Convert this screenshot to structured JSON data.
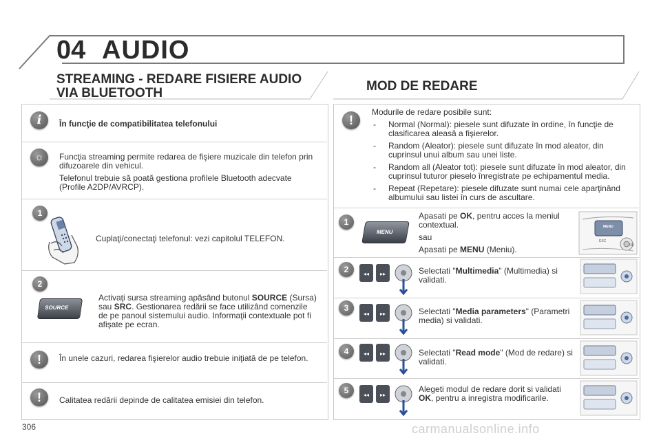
{
  "header": {
    "chapter_number": "04",
    "chapter_title": "AUDIO"
  },
  "left": {
    "title_line1": "STREAMING - REDARE FISIERE AUDIO",
    "title_line2": "VIA BLUETOOTH",
    "info_heading": "În funcţie de compatibilitatea telefonului",
    "streaming_p1": "Funcţia streaming permite redarea de fişiere muzicale din telefon prin difuzoarele din vehicul.",
    "streaming_p2": "Telefonul trebuie să poată gestiona profilele Bluetooth adecvate (Profile A2DP/AVRCP).",
    "step1_text": "Cuplaţi/conectaţi telefonul: vezi capitolul TELEFON.",
    "step2_t1": "Activaţi sursa streaming apăsând butonul ",
    "step2_b1": "SOURCE",
    "step2_t2": " (Sursa) sau ",
    "step2_b2": "SRC",
    "step2_t3": ". Gestionarea redării se face utilizând comenzile de pe panoul sistemului audio. Informaţii contextuale pot fi afişate pe ecran.",
    "source_button_label": "SOURCE",
    "warn1_text": "În unele cazuri, redarea fişierelor audio trebuie iniţiată de pe telefon.",
    "warn2_text": "Calitatea redării depinde de calitatea emisiei din telefon."
  },
  "right": {
    "title": "MOD DE REDARE",
    "intro": "Modurile de redare posibile sunt:",
    "modes": [
      "Normal (Normal): piesele sunt difuzate în ordine, în funcţie de clasificarea aleasă a fişierelor.",
      "Random (Aleator): piesele sunt difuzate în mod aleator, din cuprinsul unui album sau unei liste.",
      "Random all (Aleator tot): piesele sunt difuzate în mod aleator, din cuprinsul tuturor pieselo înregistrate pe echipamentul media.",
      "Repeat (Repetare): piesele difuzate sunt numai cele aparţinând albumului sau listei în curs de ascultare."
    ],
    "dash": "-",
    "menu_button_label": "MENU",
    "esc_label": "ESC",
    "ok_label": "OK",
    "step1_t1": "Apasati pe ",
    "step1_b1": "OK",
    "step1_t2": ", pentru acces la meniul contextual.",
    "step1_or": "sau",
    "step1_t3": "Apasati pe ",
    "step1_b2": "MENU",
    "step1_t4": " (Meniu).",
    "step2_t1": "Selectati \"",
    "step2_b": "Multimedia",
    "step2_t2": "\" (Multimedia) si validati.",
    "step3_t1": "Selectati \"",
    "step3_b": "Media parameters",
    "step3_t2": "\" (Parametri media) si validati.",
    "step4_t1": "Selectati \"",
    "step4_b": "Read mode",
    "step4_t2": "\" (Mod de redare) si validati.",
    "step5_t1": "Alegeti modul de redare dorit si validati ",
    "step5_b": "OK",
    "step5_t2": ", pentru a inregistra modificarile."
  },
  "badges": {
    "n1": "1",
    "n2": "2",
    "n3": "3",
    "n4": "4",
    "n5": "5"
  },
  "icons": {
    "exclaim": "!",
    "info": "i",
    "sun": "☼"
  },
  "footer": {
    "page_number": "306",
    "watermark": "carmanualsonline.info"
  },
  "colors": {
    "heading": "#2b2b2b",
    "badge": "#6a6a6a",
    "rule": "#c8c8c8"
  }
}
